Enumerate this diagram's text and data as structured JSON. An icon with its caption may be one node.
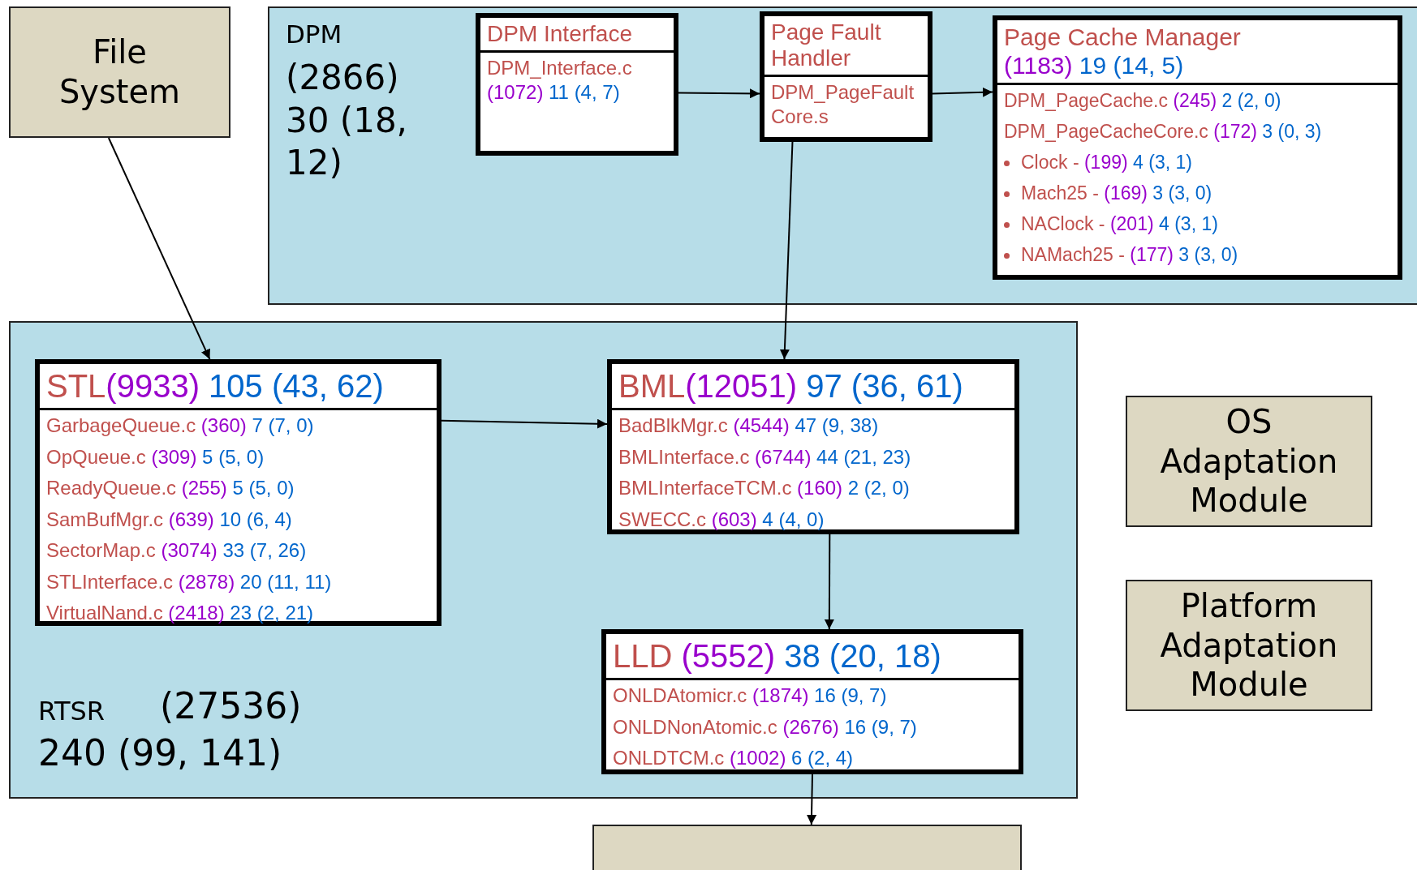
{
  "diagram": {
    "nodes": [
      {
        "text": [
          "File System"
        ]
      },
      {
        "text": [
          "DPM",
          "(2866) 30 (18, 12)"
        ]
      },
      {
        "text": [
          "DPM Interface",
          "DPM_Interface.c (1072) 11 (4, 7)"
        ],
        "in": 1
      },
      {
        "text": [
          "Page Fault Handler",
          "DPM_PageFaultCore.s"
        ],
        "in": 1
      },
      {
        "text": [
          "Page Cache Manager (1183) 19 (14, 5)",
          "DPM_PageCache.c (245) 2 (2, 0)",
          "DPM_PageCacheCore.c (172) 3 (0, 3)",
          "Clock - (199) 4 (3, 1)",
          "Mach25 - (169) 3 (3, 0)",
          "NAClock - (201) 4 (3, 1)",
          "NAMach25 - (177) 3 (3, 0)"
        ],
        "in": 1
      },
      {
        "text": [
          "RTSR",
          "(27536)",
          "240 (99, 141)"
        ]
      },
      {
        "text": [
          "STL(9933) 105 (43, 62)",
          "GarbageQueue.c (360) 7 (7, 0)",
          "OpQueue.c (309) 5 (5, 0)",
          "ReadyQueue.c (255) 5 (5, 0)",
          "SamBufMgr.c (639) 10 (6, 4)",
          "SectorMap.c (3074) 33 (7, 26)",
          "STLInterface.c (2878) 20 (11, 11)",
          "VirtualNand.c (2418) 23 (2, 21)"
        ],
        "in": 5
      },
      {
        "text": [
          "BML(12051) 97 (36, 61)",
          "BadBlkMgr.c (4544) 47 (9, 38)",
          "BMLInterface.c (6744) 44 (21, 23)",
          "BMLInterfaceTCM.c (160) 2 (2, 0)",
          "SWECC.c (603) 4 (4, 0)"
        ],
        "in": 5
      },
      {
        "text": [
          "LLD (5552) 38 (20, 18)",
          "ONLDAtomicr.c (1874) 16 (9, 7)",
          "ONLDNonAtomic.c (2676) 16 (9, 7)",
          "ONLDTCM.c (1002) 6 (2, 4)"
        ],
        "in": 5
      },
      {
        "text": [
          "OS Adaptation Module"
        ]
      },
      {
        "text": [
          "Platform Adaptation Module"
        ]
      },
      {
        "text": [],
        "shape": "box"
      }
    ],
    "edges": [
      {
        "from": 0,
        "to": 6,
        "arrow": "to"
      },
      {
        "from": 2,
        "to": 3,
        "arrow": "to"
      },
      {
        "from": 3,
        "to": 4,
        "arrow": "to"
      },
      {
        "from": 3,
        "to": 7,
        "arrow": "to"
      },
      {
        "from": 6,
        "to": 7,
        "arrow": "to"
      },
      {
        "from": 7,
        "to": 8,
        "arrow": "to"
      },
      {
        "from": 8,
        "to": 11,
        "arrow": "to"
      }
    ]
  }
}
